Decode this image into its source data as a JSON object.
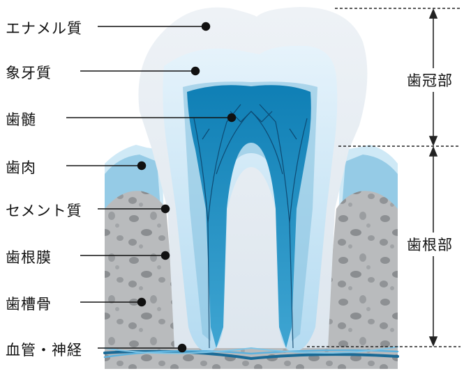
{
  "labels": {
    "enamel": "エナメル質",
    "dentin": "象牙質",
    "pulp": "歯髄",
    "gum": "歯肉",
    "cementum": "セメント質",
    "periodontal_ligament": "歯根膜",
    "alveolar_bone": "歯槽骨",
    "vessels_nerves": "血管・神経"
  },
  "regions": {
    "crown": "歯冠部",
    "root": "歯根部"
  },
  "colors": {
    "enamel": "#e4eaf1",
    "dentin": "#c7e6f8",
    "pulp": "#1d8fc1",
    "gum": "#9fd0ea",
    "bone": "#b7b9bb",
    "vessel": "#1a6a96"
  }
}
